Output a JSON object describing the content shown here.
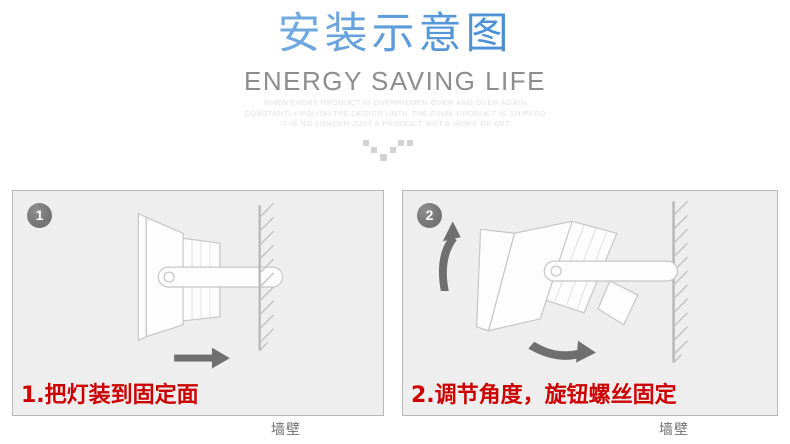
{
  "header": {
    "title_cn": "安装示意图",
    "title_en": "ENERGY SAVING LIFE",
    "subcopy": [
      "WHEN EVERY PRODUCT IS OVERRIDDEN OVER AND OVER AGAIN",
      "CONSTANTLY POLISH THE DESIGN UNTIL THE FINAL PRODUCT IS SHIPPED",
      "IT IS NO LONGER JUST A PRODUCT, BUT A WORK OF ART"
    ],
    "decoration": "v-dots-ornament"
  },
  "colors": {
    "title_gradient_light": "#9cc4ea",
    "title_gradient_dark": "#2f6fb8",
    "subtitle_gray": "#8d8d8d",
    "subcopy_gray": "#e2e2e2",
    "panel_background": "#eeeeee",
    "panel_border": "#b9b9b9",
    "badge_gray": "#777777",
    "caption_red": "#cc0000",
    "line_gray": "#bfbfbf",
    "arrow_gray": "#6f6f6f"
  },
  "panels": [
    {
      "step_number": "1",
      "wall_label": "墙壁",
      "caption": "1.把灯装到固定面",
      "arrow_type": "straight-right-arrow",
      "illustration": "floodlight-side-view-with-bracket"
    },
    {
      "step_number": "2",
      "wall_label": "墙壁",
      "caption": "2.调节角度，旋钮螺丝固定",
      "arrow_type": "curved-rotation-arrows",
      "illustration": "floodlight-tilted-on-bracket"
    }
  ]
}
